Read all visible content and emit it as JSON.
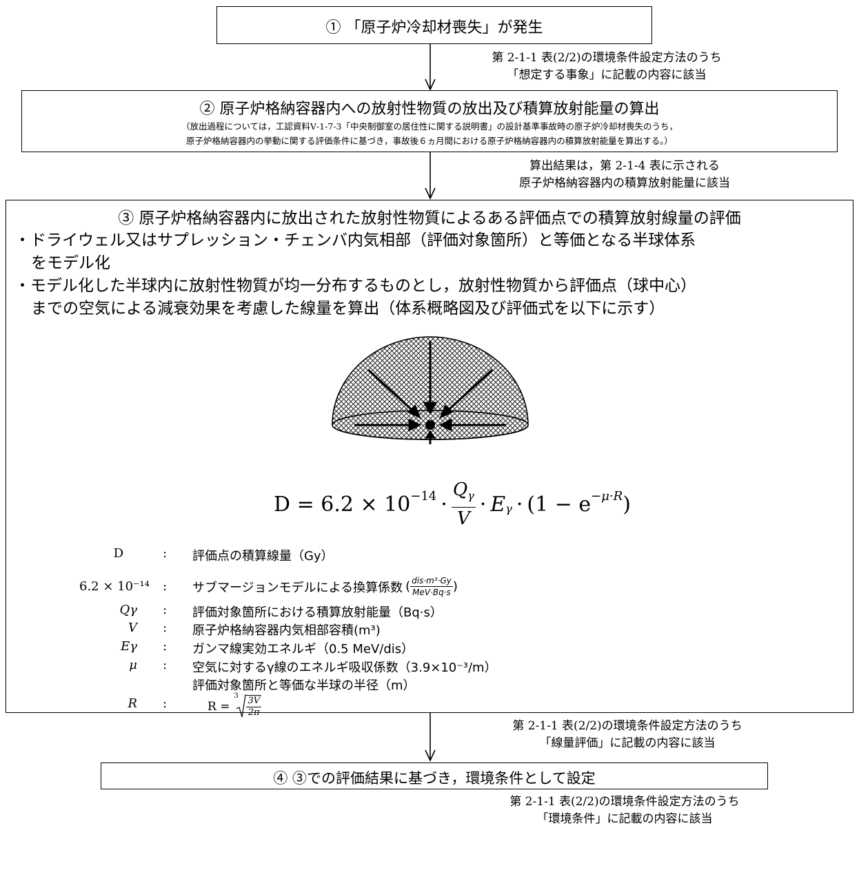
{
  "step1": {
    "text": "① 「原子炉冷却材喪失」が発生"
  },
  "note1": {
    "line1": "第 2-1-1 表(2/2)の環境条件設定方法のうち",
    "line2": "「想定する事象」に記載の内容に該当"
  },
  "step2": {
    "title": "② 原子炉格納容器内への放射性物質の放出及び積算放射能量の算出",
    "detail1": "（放出過程については，工認資料Ⅴ-1-7-3「中央制御室の居住性に関する説明書」の設計基準事故時の原子炉冷却材喪失のうち，",
    "detail2": "原子炉格納容器内の挙動に関する評価条件に基づき，事故後６ヵ月間における原子炉格納容器内の積算放射能量を算出する。）"
  },
  "note2": {
    "line1": "算出結果は，第 2-1-4 表に示される",
    "line2": "原子炉格納容器内の積算放射能量に該当"
  },
  "step3": {
    "title": "③ 原子炉格納容器内に放出された放射性物質によるある評価点での積算放射線量の評価",
    "bullet1a": "・ドライウェル又はサプレッション・チェンバ内気相部（評価対象箇所）と等価となる半球体系",
    "bullet1b": "をモデル化",
    "bullet2a": "・モデル化した半球内に放射性物質が均一分布するものとし，放射性物質から評価点（球中心）",
    "bullet2b": "までの空気による減衰効果を考慮した線量を算出（体系概略図及び評価式を以下に示す）"
  },
  "formula": {
    "lhs": "D = 6.2 × 10",
    "exp": "−14",
    "dot": "·",
    "q": "Q",
    "gamma": "γ",
    "v": "V",
    "e": "E",
    "paren": "(1 − e",
    "pexp": "−μ·R",
    "close": ")"
  },
  "variables": [
    {
      "sym": "D",
      "colon": ":",
      "desc": "評価点の積算線量（Gy）"
    },
    {
      "sym": "6.2 × 10⁻¹⁴",
      "colon": ":",
      "desc": "サブマージョンモデルによる換算係数",
      "unit_num": "dis·m³·Gy",
      "unit_den": "MeV·Bq·s"
    },
    {
      "sym": "Qγ",
      "colon": ":",
      "desc": "評価対象箇所における積算放射能量（Bq·s）"
    },
    {
      "sym": "V",
      "colon": ":",
      "desc": "原子炉格納容器内気相部容積(m³)"
    },
    {
      "sym": "Eγ",
      "colon": ":",
      "desc": "ガンマ線実効エネルギ（0.5 MeV/dis）"
    },
    {
      "sym": "μ",
      "colon": ":",
      "desc": "空気に対するγ線のエネルギ吸収係数（3.9×10⁻³/m）"
    },
    {
      "sym": "R",
      "colon": ":",
      "desc": "評価対象箇所と等価な半球の半径（m）"
    }
  ],
  "r_formula": {
    "lhs": "R =",
    "root": "3",
    "num": "3V",
    "den": "2π"
  },
  "note3": {
    "line1": "第 2-1-1 表(2/2)の環境条件設定方法のうち",
    "line2": "「線量評価」に記載の内容に該当"
  },
  "step4": {
    "text": "④ ③での評価結果に基づき，環境条件として設定"
  },
  "note4": {
    "line1": "第 2-1-1 表(2/2)の環境条件設定方法のうち",
    "line2": "「環境条件」に記載の内容に該当"
  }
}
